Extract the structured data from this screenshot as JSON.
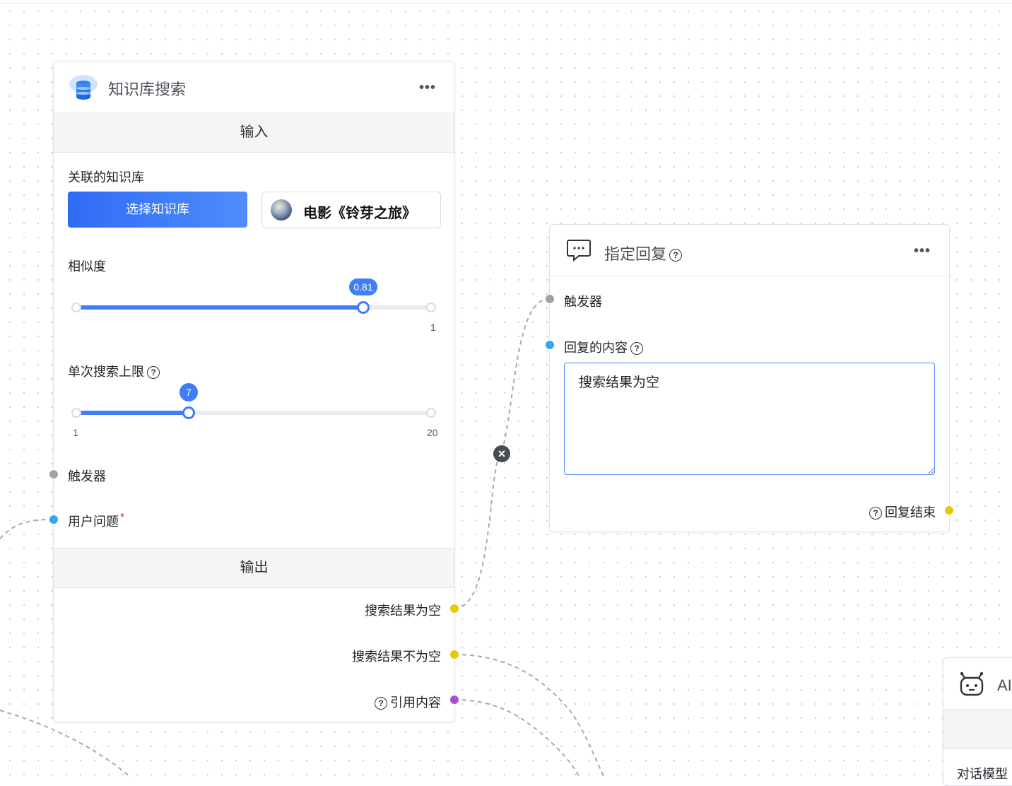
{
  "kb_node": {
    "title": "知识库搜索",
    "more_label": "•••",
    "input_section": "输入",
    "kb_label": "关联的知识库",
    "select_button": "选择知识库",
    "selected_kb": "电影《铃芽之旅》",
    "similarity_label": "相似度",
    "similarity_value": "0.81",
    "similarity_fraction": 0.81,
    "similarity_max_tick": "1",
    "limit_label": "单次搜索上限",
    "limit_value": "7",
    "limit_fraction": 0.3158,
    "limit_min_tick": "1",
    "limit_max_tick": "20",
    "trigger_label": "触发器",
    "question_label": "用户问题",
    "required_mark": "*",
    "output_section": "输出",
    "out_empty": "搜索结果为空",
    "out_not_empty": "搜索结果不为空",
    "out_quote": "引用内容"
  },
  "reply_node": {
    "title": "指定回复",
    "more_label": "•••",
    "trigger_label": "触发器",
    "content_label": "回复的内容",
    "content_value": "搜索结果为空",
    "end_label": "回复结束"
  },
  "ai_node": {
    "title": "AI",
    "model_label": "对话模型"
  },
  "help_glyph": "?",
  "delete_glyph": "×",
  "colors": {
    "accent": "#3f7ef8",
    "handle_gray": "#9ea2a9",
    "handle_blue": "#2ea8f0",
    "handle_yellow": "#e6c900",
    "handle_purple": "#a64fd4"
  }
}
